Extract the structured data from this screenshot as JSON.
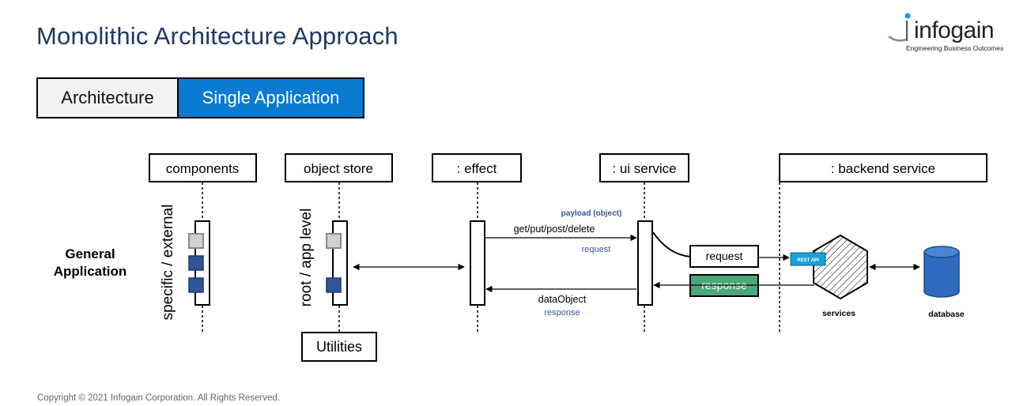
{
  "page": {
    "title": "Monolithic Architecture Approach",
    "copyright": "Copyright © 2021 Infogain Corporation.  All Rights Reserved."
  },
  "logo": {
    "word": "infogain",
    "tagline": "Engineering Business Outcomes"
  },
  "tabs": [
    {
      "label": "Architecture",
      "active": false
    },
    {
      "label": "Single Application",
      "active": true
    }
  ],
  "colors": {
    "title": "#1f3864",
    "accent": "#0a7bd0",
    "green": "#4aa879",
    "dark_blue_box": "#2f5597",
    "db_blue": "#2e6bc0",
    "annotation_blue": "#3a5795"
  },
  "diagram": {
    "lifelines": {
      "components": "components",
      "object_store": "object store",
      "effect": ": effect",
      "ui_service": ": ui service",
      "backend_service": ": backend service"
    },
    "row_label_line1": "General",
    "row_label_line2": "Application",
    "vertical_label_components": "specific / external",
    "vertical_label_store": "root / app level",
    "utilities": "Utilities",
    "payload_label": "payload (object)",
    "call_label": "get/put/post/delete",
    "request_sub": "request",
    "return_label": "dataObject",
    "response_sub": "response",
    "request_box": "request",
    "response_box": "response",
    "rest_api": "REST API",
    "services": "services",
    "database": "database"
  }
}
